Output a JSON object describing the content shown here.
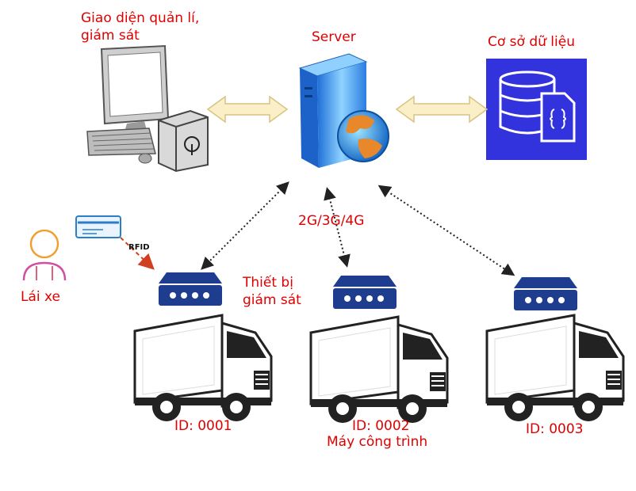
{
  "nodes": {
    "monitor_ui": {
      "line1": "Giao diện quản lí,",
      "line2": "giám sát"
    },
    "server": {
      "label": "Server"
    },
    "database": {
      "label": "Cơ sở dữ liệu"
    },
    "driver": {
      "label": "Lái xe"
    },
    "rfid": {
      "label": "RFID"
    },
    "network": {
      "label": "2G/3G/4G"
    },
    "device": {
      "line1": "Thiết bị",
      "line2": "giám sát"
    },
    "trucks": [
      {
        "id_label": "ID: 0001",
        "sub_label": ""
      },
      {
        "id_label": "ID: 0002",
        "sub_label": "Máy công trình"
      },
      {
        "id_label": "ID: 0003",
        "sub_label": ""
      }
    ]
  },
  "colors": {
    "label": "#e00000",
    "arrow_fill": "#fbefc8",
    "arrow_stroke": "#d8c382",
    "database_bg": "#3333dd",
    "device_blue": "#1f3d8f",
    "rfid_arrow": "#d04020"
  }
}
